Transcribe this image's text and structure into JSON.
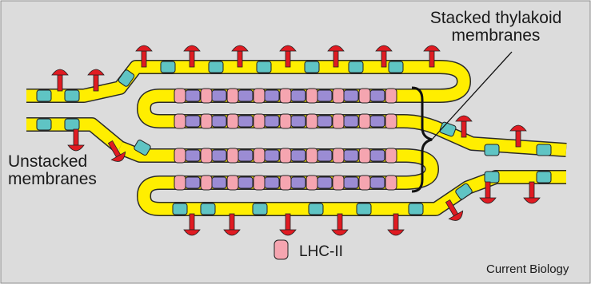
{
  "figure": {
    "labels": {
      "stacked_line1": "Stacked thylakoid",
      "stacked_line2": "membranes",
      "unstacked_line1": "Unstacked",
      "unstacked_line2": "membranes",
      "legend_lhc": "LHC-II",
      "source": "Current Biology"
    },
    "colors": {
      "background": "#dcdcdc",
      "membrane": "#ffee00",
      "membrane_outline": "#2a2a2a",
      "lhc_ii": "#f5a5b0",
      "purple_complex": "#9b8cd4",
      "cyan_complex": "#5fc4c4",
      "red_protein": "#e01b22"
    },
    "icons": [
      "lhc-ii-legend-swatch",
      "red-mushroom-protein-icon",
      "cyan-complex-icon",
      "purple-complex-icon"
    ]
  }
}
